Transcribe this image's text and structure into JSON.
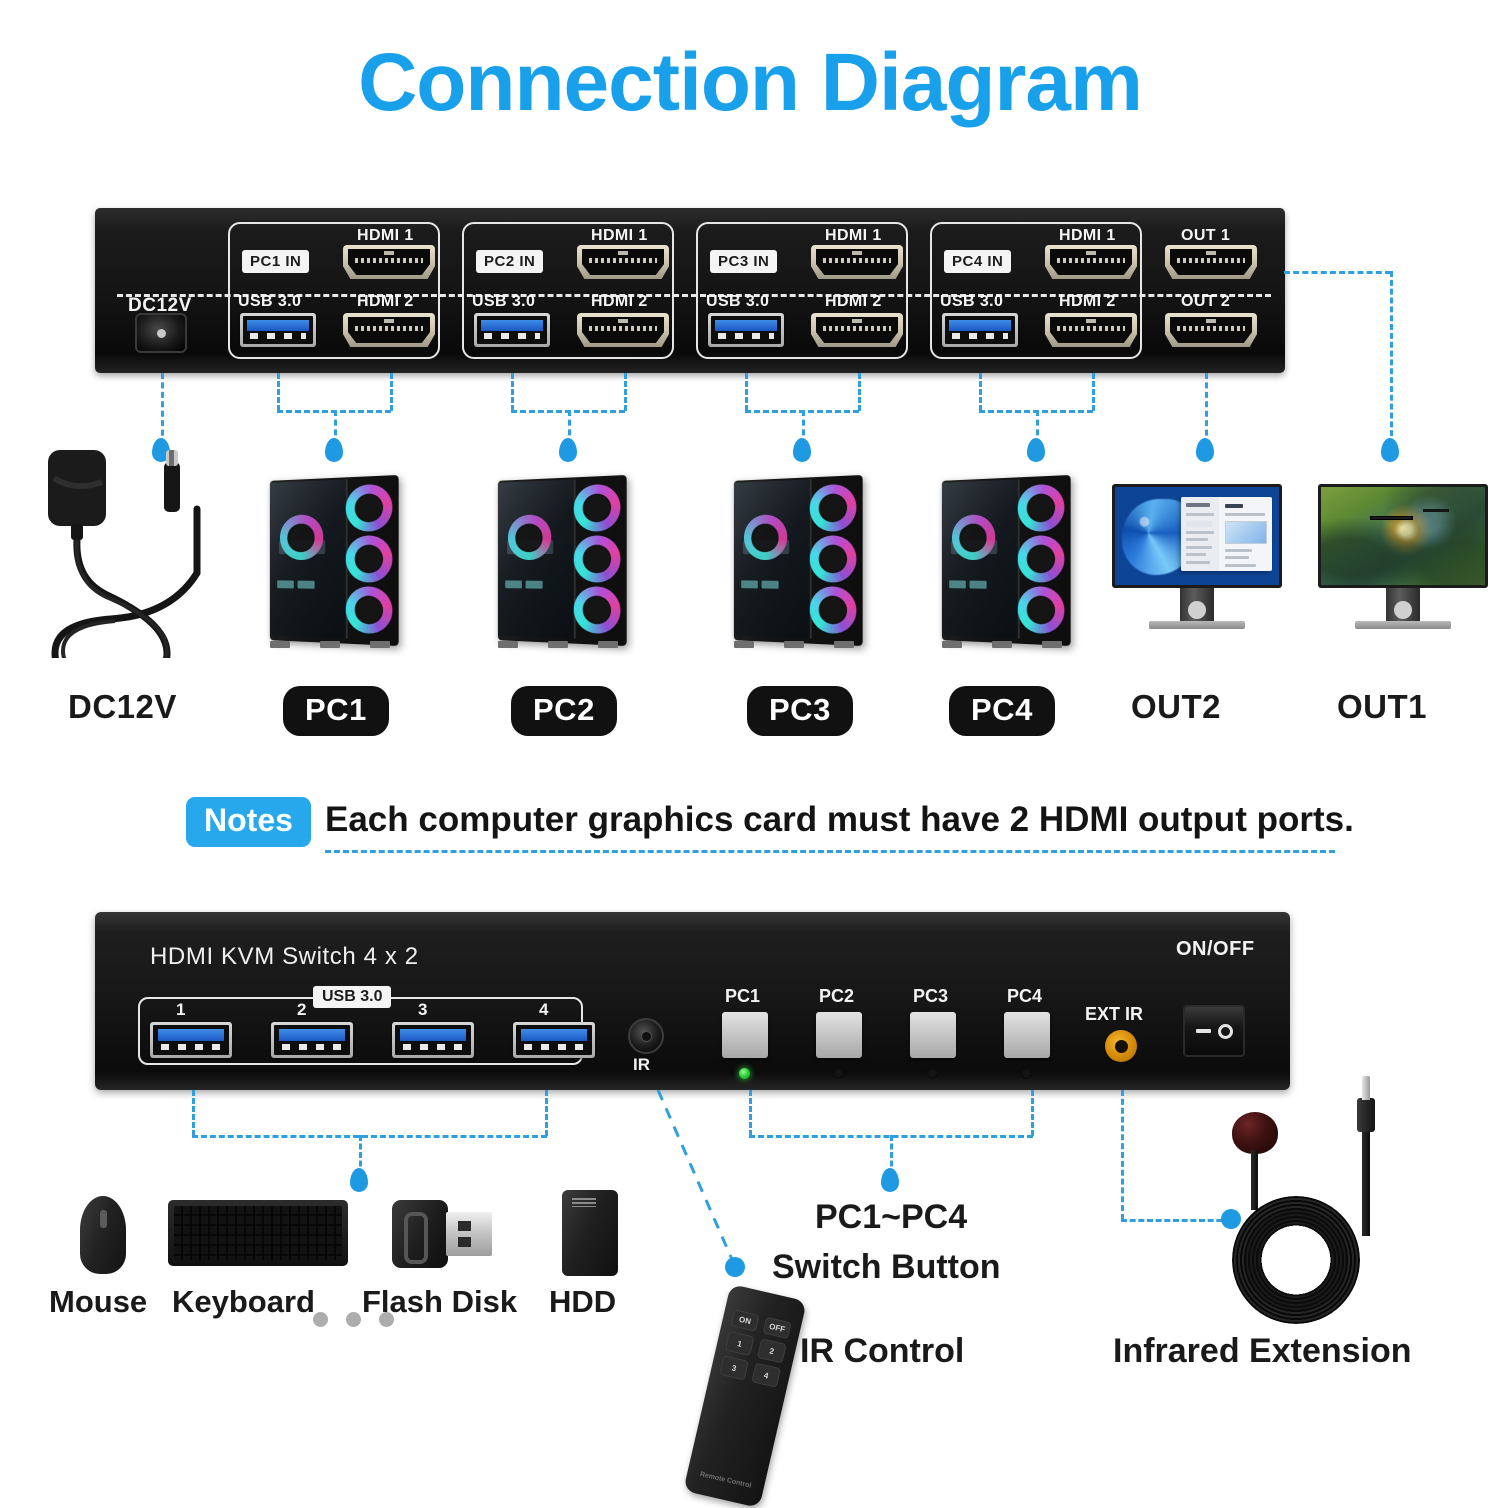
{
  "title": "Connection Diagram",
  "accent_color": "#18a0ea",
  "back_panel": {
    "dc_label": "DC12V",
    "input_groups": [
      {
        "badge": "PC1 IN",
        "hdmi1": "HDMI 1",
        "hdmi2": "HDMI 2",
        "usb": "USB 3.0"
      },
      {
        "badge": "PC2 IN",
        "hdmi1": "HDMI 1",
        "hdmi2": "HDMI 2",
        "usb": "USB 3.0"
      },
      {
        "badge": "PC3 IN",
        "hdmi1": "HDMI 1",
        "hdmi2": "HDMI 2",
        "usb": "USB 3.0"
      },
      {
        "badge": "PC4 IN",
        "hdmi1": "HDMI 1",
        "hdmi2": "HDMI 2",
        "usb": "USB 3.0"
      }
    ],
    "outputs": [
      {
        "label": "OUT 1"
      },
      {
        "label": "OUT 2"
      }
    ]
  },
  "device_labels": [
    {
      "text": "DC12V",
      "style": "plain"
    },
    {
      "text": "PC1",
      "style": "pill"
    },
    {
      "text": "PC2",
      "style": "pill"
    },
    {
      "text": "PC3",
      "style": "pill"
    },
    {
      "text": "PC4",
      "style": "pill"
    },
    {
      "text": "OUT2",
      "style": "plain"
    },
    {
      "text": "OUT1",
      "style": "plain"
    }
  ],
  "notes": {
    "badge": "Notes",
    "text": "Each computer graphics card must have 2 HDMI output ports."
  },
  "front_panel": {
    "title": "HDMI KVM Switch 4 x 2",
    "usb_group_caption": "USB 3.0",
    "usb_numbers": [
      "1",
      "2",
      "3",
      "4"
    ],
    "ir_label": "IR",
    "pc_buttons": [
      {
        "label": "PC1",
        "led": "on"
      },
      {
        "label": "PC2",
        "led": "off"
      },
      {
        "label": "PC3",
        "led": "off"
      },
      {
        "label": "PC4",
        "led": "off"
      }
    ],
    "ext_ir_label": "EXT IR",
    "onoff_label": "ON/OFF"
  },
  "peripherals": [
    {
      "label": "Mouse"
    },
    {
      "label": "Keyboard"
    },
    {
      "label": "Flash Disk"
    },
    {
      "label": "HDD"
    }
  ],
  "bottom_labels": {
    "switch_button_line1": "PC1~PC4",
    "switch_button_line2": "Switch Button",
    "ir_control": "IR Control",
    "infrared_extension": "Infrared Extension"
  },
  "remote": {
    "buttons": [
      "ON",
      "OFF",
      "1",
      "2",
      "3",
      "4"
    ],
    "footer": "Remote Control"
  }
}
